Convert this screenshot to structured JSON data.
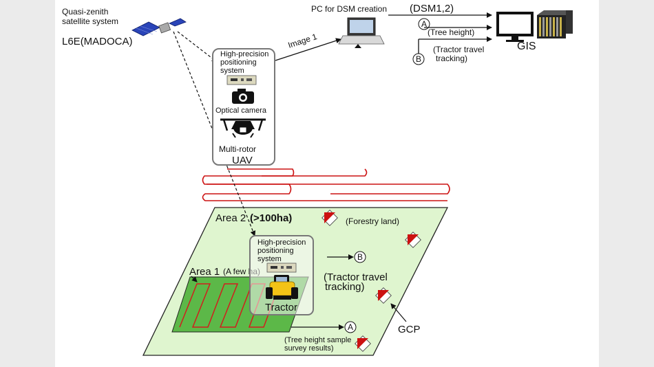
{
  "satellite": {
    "label_line1": "Quasi-zenith",
    "label_line2": "satellite system",
    "signal": "L6E(MADOCA)",
    "icon": "satellite-icon"
  },
  "pc": {
    "label": "PC for DSM creation",
    "output": "(DSM1,2)",
    "icon": "laptop-icon"
  },
  "gis": {
    "label": "GIS",
    "icons": [
      "monitor-icon",
      "server-rack-icon"
    ],
    "input_a_marker": "A",
    "input_a_label": "(Tree height)",
    "input_b_marker": "B",
    "input_b_label_line1": "(Tractor travel",
    "input_b_label_line2": "tracking)"
  },
  "uav_box": {
    "positioning_line1": "High-precision",
    "positioning_line2": "positioning",
    "positioning_line3": "system",
    "camera_label": "Optical camera",
    "uav_line1": "Multi-rotor",
    "uav_line2": "UAV",
    "image_link": "Image 1",
    "icons": [
      "receiver-icon",
      "camera-icon",
      "drone-icon"
    ]
  },
  "field": {
    "area2_label": "Area 2",
    "area2_size": "(>100ha)",
    "area2_type": "(Forestry land)",
    "area1_label": "Area 1",
    "area1_size": "(A few ha)",
    "gcp_label": "GCP",
    "colors": {
      "outer": "#dff5cf",
      "inner": "#5cb848",
      "flight_path": "#cc1111"
    }
  },
  "tractor_box": {
    "positioning_line1": "High-precision",
    "positioning_line2": "positioning",
    "positioning_line3": "system",
    "tractor_label": "Tractor",
    "icons": [
      "receiver-icon",
      "tractor-icon"
    ],
    "to_b_marker": "B",
    "tracking_line1": "(Tractor travel",
    "tracking_line2": "tracking)",
    "to_a_marker": "A",
    "survey_line1": "(Tree height sample",
    "survey_line2": "survey results)"
  }
}
